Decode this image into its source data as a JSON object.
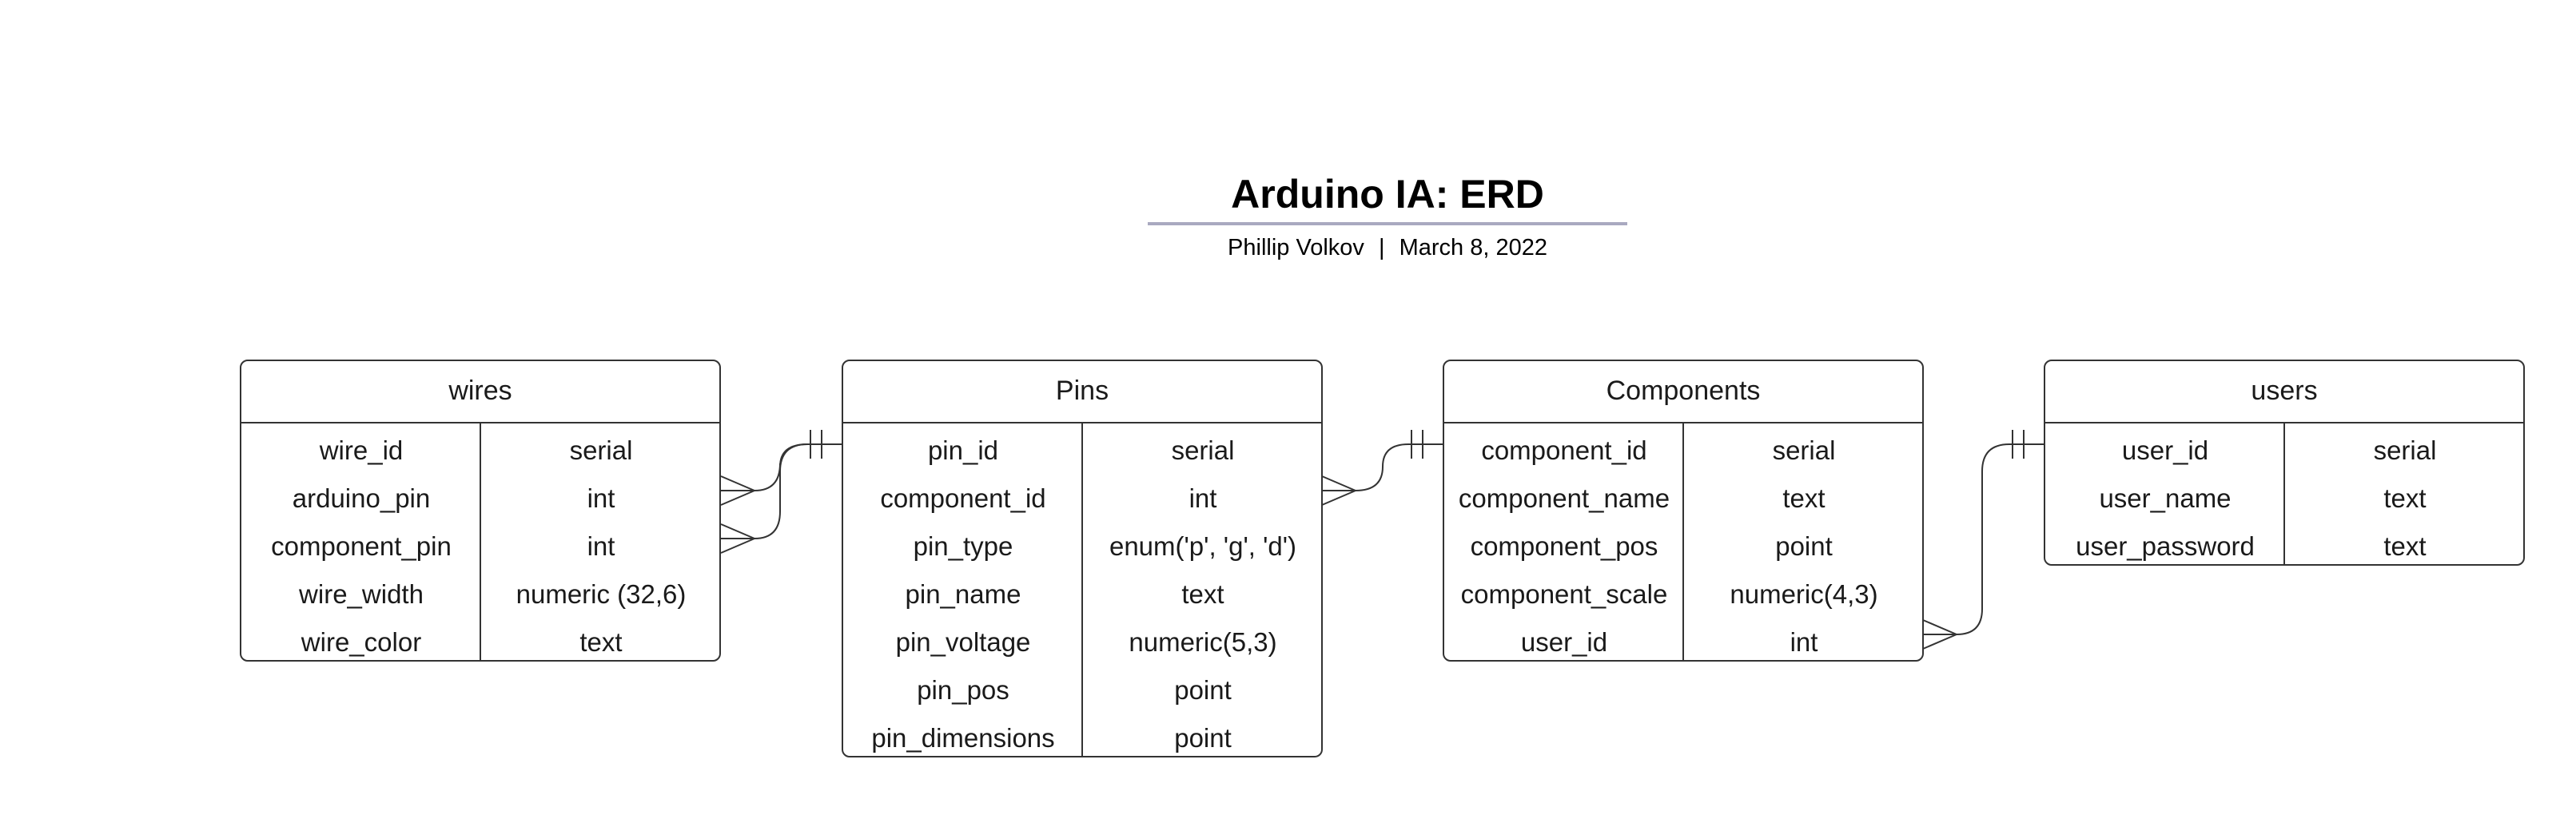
{
  "header": {
    "title": "Arduino IA: ERD",
    "author": "Phillip Volkov",
    "separator": "|",
    "date": "March 8, 2022"
  },
  "entities": [
    {
      "name": "wires",
      "columns": [
        {
          "field": "wire_id",
          "type": "serial"
        },
        {
          "field": "arduino_pin",
          "type": "int"
        },
        {
          "field": "component_pin",
          "type": "int"
        },
        {
          "field": "wire_width",
          "type": "numeric (32,6)"
        },
        {
          "field": "wire_color",
          "type": "text"
        }
      ]
    },
    {
      "name": "Pins",
      "columns": [
        {
          "field": "pin_id",
          "type": "serial"
        },
        {
          "field": "component_id",
          "type": "int"
        },
        {
          "field": "pin_type",
          "type": "enum('p', 'g', 'd')"
        },
        {
          "field": "pin_name",
          "type": "text"
        },
        {
          "field": "pin_voltage",
          "type": "numeric(5,3)"
        },
        {
          "field": "pin_pos",
          "type": "point"
        },
        {
          "field": "pin_dimensions",
          "type": "point"
        }
      ]
    },
    {
      "name": "Components",
      "columns": [
        {
          "field": "component_id",
          "type": "serial"
        },
        {
          "field": "component_name",
          "type": "text"
        },
        {
          "field": "component_pos",
          "type": "point"
        },
        {
          "field": "component_scale",
          "type": "numeric(4,3)"
        },
        {
          "field": "user_id",
          "type": "int"
        }
      ]
    },
    {
      "name": "users",
      "columns": [
        {
          "field": "user_id",
          "type": "serial"
        },
        {
          "field": "user_name",
          "type": "text"
        },
        {
          "field": "user_password",
          "type": "text"
        }
      ]
    }
  ],
  "relationships": [
    {
      "from": "wires.arduino_pin",
      "from_cardinality": "many",
      "to": "Pins.pin_id",
      "to_cardinality": "one"
    },
    {
      "from": "wires.component_pin",
      "from_cardinality": "many",
      "to": "Pins.pin_id",
      "to_cardinality": "one"
    },
    {
      "from": "Pins.component_id",
      "from_cardinality": "many",
      "to": "Components.component_id",
      "to_cardinality": "one"
    },
    {
      "from": "Components.user_id",
      "from_cardinality": "many",
      "to": "users.user_id",
      "to_cardinality": "one"
    }
  ]
}
